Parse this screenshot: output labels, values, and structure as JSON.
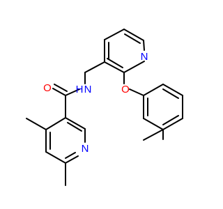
{
  "molecule": {
    "atoms": {
      "n_pyridine_top": {
        "label": "N",
        "color": "#0000ff"
      },
      "n_amide": {
        "label": "N",
        "color": "#0000ff"
      },
      "h_amide": {
        "label": "H",
        "color": "#0000ff"
      },
      "o_carbonyl": {
        "label": "O",
        "color": "#ff0000"
      },
      "o_ether": {
        "label": "O",
        "color": "#ff0000"
      },
      "n_pyridine_bottom": {
        "label": "N",
        "color": "#0000ff"
      }
    }
  }
}
